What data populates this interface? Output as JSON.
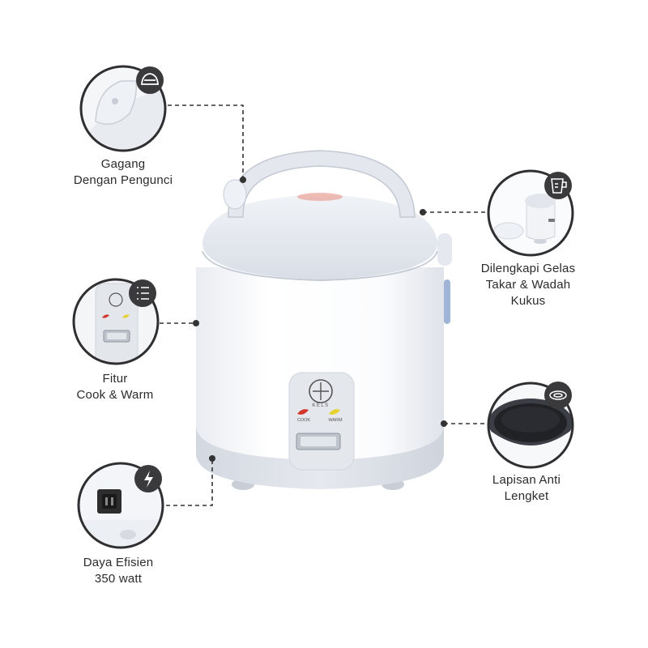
{
  "product": {
    "brand_logo_text": "KELS",
    "cook_label": "COOK",
    "warm_label": "WARM"
  },
  "features": [
    {
      "id": "handle",
      "icon": "lid-icon",
      "lines": [
        "Gagang",
        "Dengan Pengunci"
      ]
    },
    {
      "id": "cook-warm",
      "icon": "list-icon",
      "lines": [
        "Fitur",
        "Cook & Warm"
      ]
    },
    {
      "id": "power",
      "icon": "lightning-icon",
      "lines": [
        "Daya Efisien",
        "350 watt"
      ]
    },
    {
      "id": "accessories",
      "icon": "measuring-cup-icon",
      "lines": [
        "Dilengkapi Gelas",
        "Takar & Wadah",
        "Kukus"
      ]
    },
    {
      "id": "nonstick",
      "icon": "bowl-icon",
      "lines": [
        "Lapisan Anti",
        "Lengket"
      ]
    }
  ],
  "colors": {
    "body": "#f7f8fa",
    "lid": "#e3e7ee",
    "accent_red": "#d2372e",
    "accent_yellow": "#e8d230",
    "icon_badge": "#3a3a3c",
    "dash_line": "#333333"
  }
}
